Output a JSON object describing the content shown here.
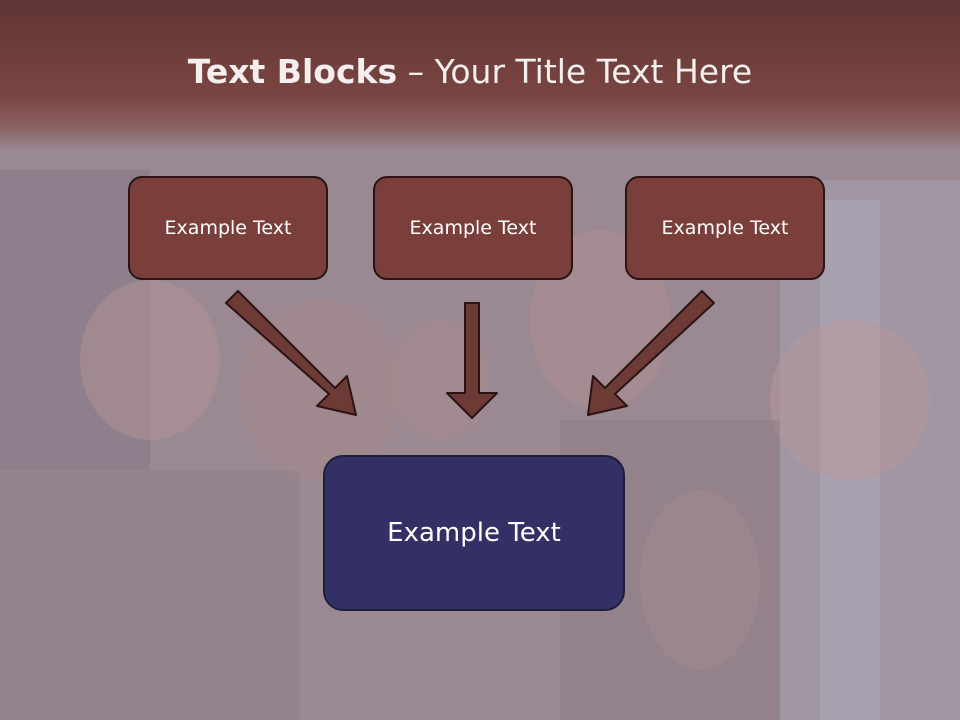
{
  "title": {
    "bold": "Text Blocks",
    "dash": " – ",
    "rest": "Your Title Text Here"
  },
  "boxes": {
    "left": "Example Text",
    "center": "Example Text",
    "right": "Example Text",
    "bottom": "Example Text"
  },
  "colors": {
    "header": "#6b3b38",
    "small_box": "#7a3f3a",
    "big_box": "#333066",
    "arrow": "#6e3a36"
  }
}
